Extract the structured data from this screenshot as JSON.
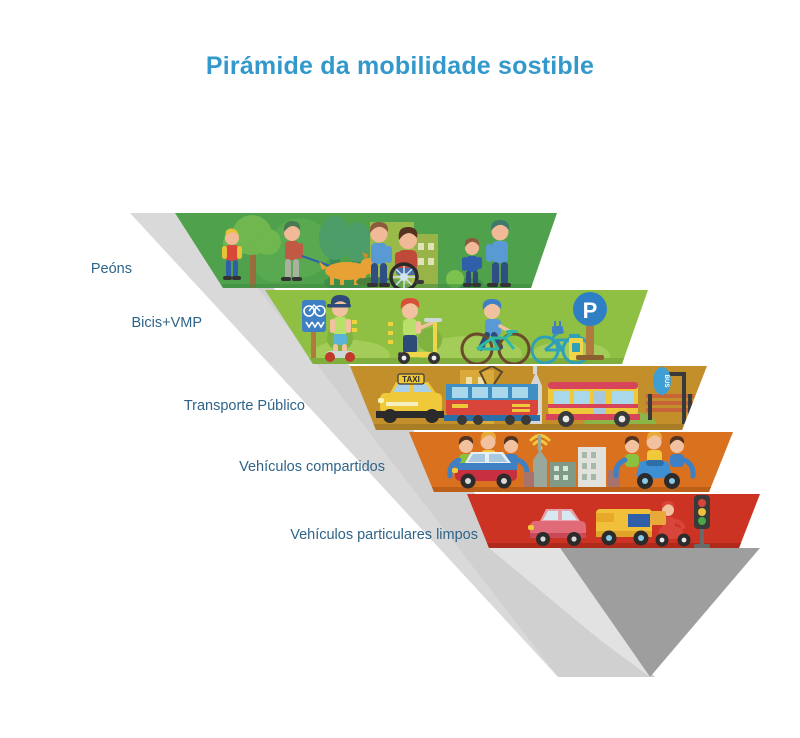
{
  "page": {
    "title": "Pirámide da mobilidade sostible",
    "title_color": "#3399cc",
    "background": "#ffffff",
    "label_color": "#2e6488",
    "type": "inverted-pyramid-infographic",
    "level_count": 5
  },
  "levels": [
    {
      "rank": 1,
      "label": "Peóns",
      "color": "#4fa14b",
      "scene": "pedestrians",
      "icons": [
        "child-walking-icon",
        "dog-walker-icon",
        "tree-icon",
        "wheelchair-user-icon",
        "caregiver-pushing-icon",
        "adult-holding-child-hand-icon",
        "city-building-icon",
        "bush-icon"
      ]
    },
    {
      "rank": 2,
      "label": "Bicis+VMP",
      "color": "#8fbf43",
      "scene": "bikes-and-personal-mobility",
      "icons": [
        "bike-lane-sign-icon",
        "hoverboard-rider-icon",
        "kick-scooter-rider-icon",
        "cyclist-icon",
        "ebike-charging-icon",
        "bike-parking-p-sign-icon",
        "bush-icon"
      ],
      "sign_text": "P"
    },
    {
      "rank": 3,
      "label": "Transporte Público",
      "color": "#c28f2a",
      "scene": "public-transport",
      "icons": [
        "taxi-icon",
        "tram-icon",
        "bus-icon",
        "bus-stop-sign-icon",
        "bench-icon",
        "city-building-icon",
        "tower-icon"
      ],
      "taxi_text": "TAXI",
      "stop_text": "BUS"
    },
    {
      "rank": 4,
      "label": "Vehículos compartidos",
      "color": "#da711f",
      "scene": "shared-vehicles",
      "icons": [
        "carsharing-icon",
        "shared-car-icon",
        "wifi-icon",
        "city-buildings-icon",
        "moto-sharing-icon"
      ]
    },
    {
      "rank": 5,
      "label": "Vehículos particulares limpos",
      "color": "#cc3322",
      "scene": "clean-private-vehicles",
      "icons": [
        "clean-car-icon",
        "delivery-van-icon",
        "delivery-moto-icon",
        "traffic-light-icon"
      ]
    }
  ],
  "shadow": {
    "light_gray": "#d9d9d9",
    "mid_gray": "#c9c9c9",
    "dark_gray": "#9e9e9e"
  }
}
